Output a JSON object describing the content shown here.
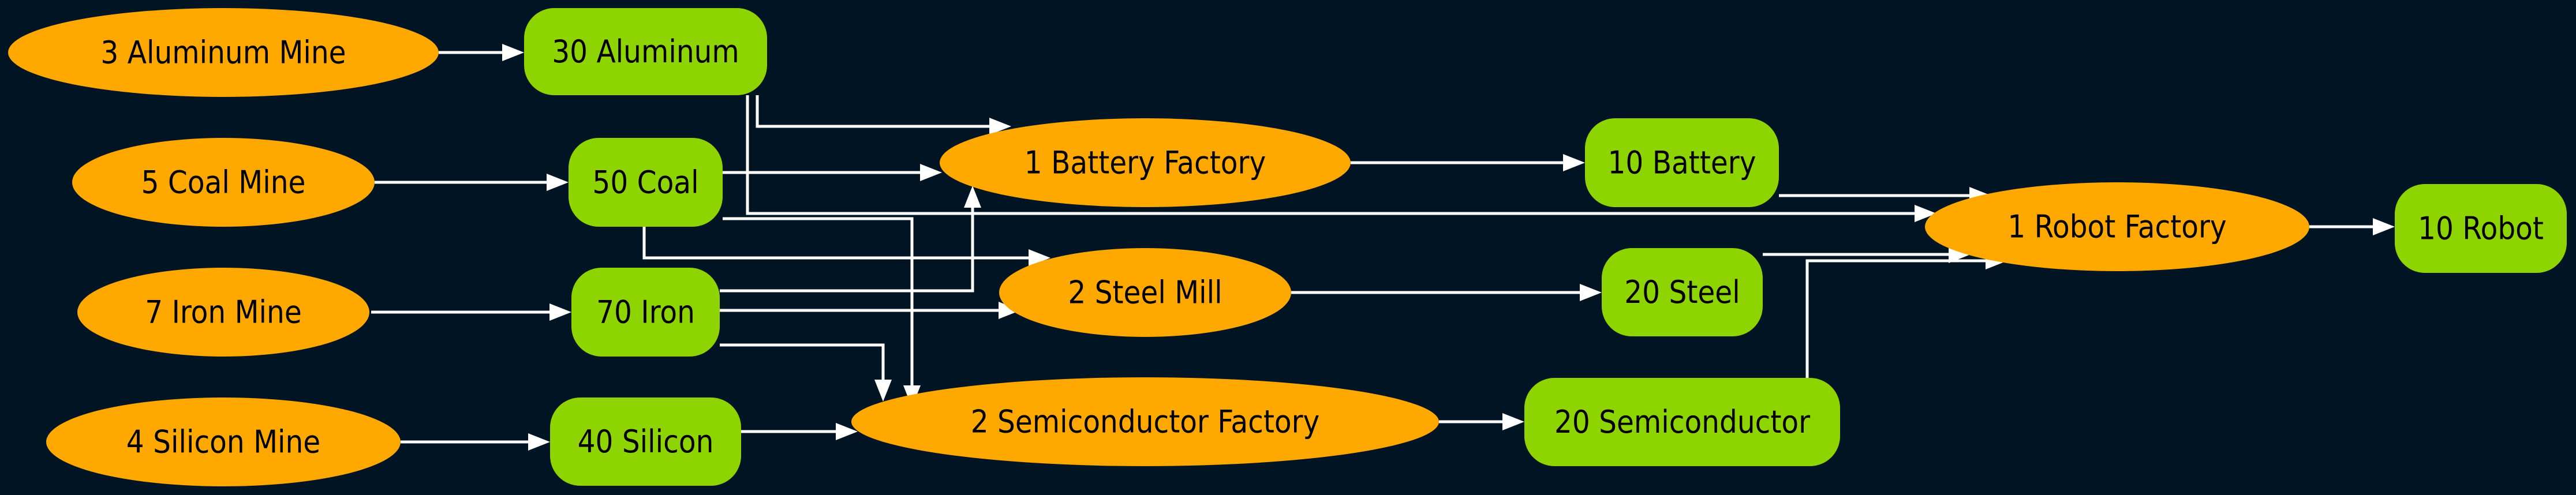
{
  "colors": {
    "background": "#001423",
    "building": "#ffa800",
    "resource": "#8ed400",
    "edge": "#ffffff",
    "text": "#000000"
  },
  "nodes": [
    {
      "id": "aluminum-mine",
      "label": "3 Aluminum Mine",
      "kind": "building"
    },
    {
      "id": "aluminum",
      "label": "30 Aluminum",
      "kind": "resource"
    },
    {
      "id": "coal-mine",
      "label": "5 Coal Mine",
      "kind": "building"
    },
    {
      "id": "coal",
      "label": "50 Coal",
      "kind": "resource"
    },
    {
      "id": "iron-mine",
      "label": "7 Iron Mine",
      "kind": "building"
    },
    {
      "id": "iron",
      "label": "70 Iron",
      "kind": "resource"
    },
    {
      "id": "silicon-mine",
      "label": "4 Silicon Mine",
      "kind": "building"
    },
    {
      "id": "silicon",
      "label": "40 Silicon",
      "kind": "resource"
    },
    {
      "id": "battery-factory",
      "label": "1 Battery Factory",
      "kind": "building"
    },
    {
      "id": "steel-mill",
      "label": "2 Steel Mill",
      "kind": "building"
    },
    {
      "id": "semiconductor-factory",
      "label": "2 Semiconductor Factory",
      "kind": "building"
    },
    {
      "id": "battery",
      "label": "10 Battery",
      "kind": "resource"
    },
    {
      "id": "steel",
      "label": "20 Steel",
      "kind": "resource"
    },
    {
      "id": "semiconductor",
      "label": "20 Semiconductor",
      "kind": "resource"
    },
    {
      "id": "robot-factory",
      "label": "1 Robot Factory",
      "kind": "building"
    },
    {
      "id": "robot",
      "label": "10 Robot",
      "kind": "resource"
    }
  ],
  "edges": [
    {
      "from": "aluminum-mine",
      "to": "aluminum"
    },
    {
      "from": "coal-mine",
      "to": "coal"
    },
    {
      "from": "iron-mine",
      "to": "iron"
    },
    {
      "from": "silicon-mine",
      "to": "silicon"
    },
    {
      "from": "aluminum",
      "to": "battery-factory"
    },
    {
      "from": "aluminum",
      "to": "robot-factory"
    },
    {
      "from": "coal",
      "to": "battery-factory"
    },
    {
      "from": "coal",
      "to": "steel-mill"
    },
    {
      "from": "coal",
      "to": "semiconductor-factory"
    },
    {
      "from": "iron",
      "to": "battery-factory"
    },
    {
      "from": "iron",
      "to": "steel-mill"
    },
    {
      "from": "iron",
      "to": "semiconductor-factory"
    },
    {
      "from": "silicon",
      "to": "semiconductor-factory"
    },
    {
      "from": "battery-factory",
      "to": "battery"
    },
    {
      "from": "steel-mill",
      "to": "steel"
    },
    {
      "from": "semiconductor-factory",
      "to": "semiconductor"
    },
    {
      "from": "battery",
      "to": "robot-factory"
    },
    {
      "from": "steel",
      "to": "robot-factory"
    },
    {
      "from": "semiconductor",
      "to": "robot-factory"
    },
    {
      "from": "robot-factory",
      "to": "robot"
    }
  ]
}
